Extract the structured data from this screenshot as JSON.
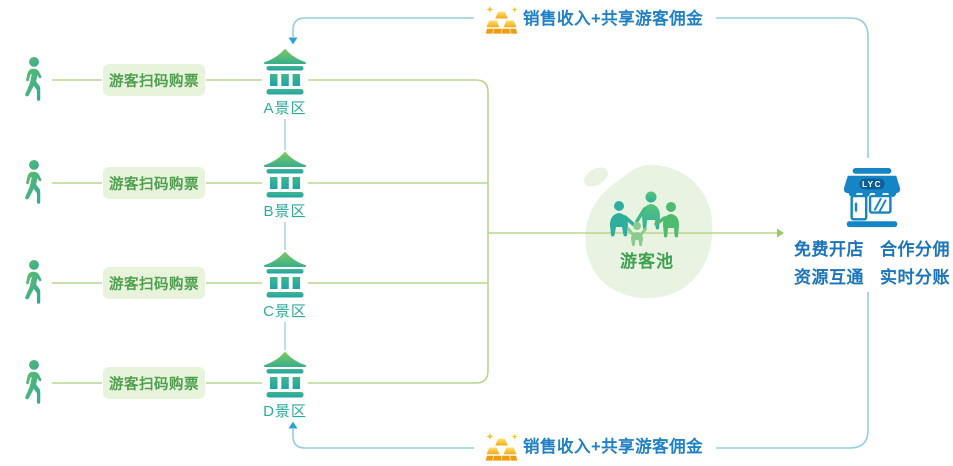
{
  "palette": {
    "green_line": "#b7d78e",
    "green_arrow": "#9cc86a",
    "blue_line": "#92cfe1",
    "blue_arrow": "#2ba3d8",
    "ticket_box_bg": "#e7f4db",
    "ticket_text": "#4f9f4f",
    "site_label_text": "#2fab9d",
    "banner_text": "#2181c6",
    "pool_bg": "#e8f3e1",
    "pool_text": "#3da14f",
    "store_blue": "#1585c6",
    "store_dark_blue": "#0e5e97",
    "benefit_text": "#1b74bc",
    "gold": "#f6a81c"
  },
  "rows": [
    {
      "ticket_label": "游客扫码购票",
      "site_label": "A景区"
    },
    {
      "ticket_label": "游客扫码购票",
      "site_label": "B景区"
    },
    {
      "ticket_label": "游客扫码购票",
      "site_label": "C景区"
    },
    {
      "ticket_label": "游客扫码购票",
      "site_label": "D景区"
    }
  ],
  "pool": {
    "label": "游客池"
  },
  "banners": {
    "top": "销售收入+共享游客佣金",
    "bottom": "销售收入+共享游客佣金"
  },
  "store": {
    "sign": "LYC",
    "benefits": [
      "免费开店",
      "合作分佣",
      "资源互通",
      "实时分账"
    ]
  }
}
